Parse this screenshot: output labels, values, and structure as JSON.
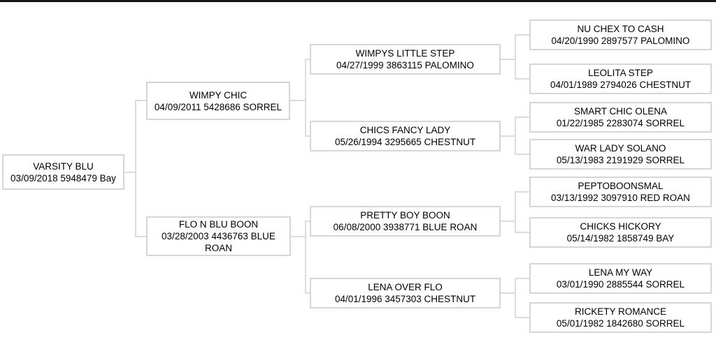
{
  "colors": {
    "background": "#ffffff",
    "box_border": "#d6d6d6",
    "connector_line": "#dcdcdc",
    "text": "#000000",
    "top_bar": "#151515"
  },
  "nodes": {
    "root": {
      "name": "VARSITY BLU",
      "details": "03/09/2018 5948479 Bay"
    },
    "sire": {
      "name": "WIMPY CHIC",
      "details": "04/09/2011 5428686 SORREL"
    },
    "dam": {
      "name": "FLO N BLU BOON",
      "details": "03/28/2003 4436763 BLUE ROAN"
    },
    "sire_sire": {
      "name": "WIMPYS LITTLE STEP",
      "details": "04/27/1999 3863115 PALOMINO"
    },
    "sire_dam": {
      "name": "CHICS FANCY LADY",
      "details": "05/26/1994 3295665 CHESTNUT"
    },
    "dam_sire": {
      "name": "PRETTY BOY BOON",
      "details": "06/08/2000 3938771 BLUE ROAN"
    },
    "dam_dam": {
      "name": "LENA OVER FLO",
      "details": "04/01/1996 3457303 CHESTNUT"
    },
    "sire_sire_sire": {
      "name": "NU CHEX TO CASH",
      "details": "04/20/1990 2897577 PALOMINO"
    },
    "sire_sire_dam": {
      "name": "LEOLITA STEP",
      "details": "04/01/1989 2794026 CHESTNUT"
    },
    "sire_dam_sire": {
      "name": "SMART CHIC OLENA",
      "details": "01/22/1985 2283074 SORREL"
    },
    "sire_dam_dam": {
      "name": "WAR LADY SOLANO",
      "details": "05/13/1983 2191929 SORREL"
    },
    "dam_sire_sire": {
      "name": "PEPTOBOONSMAL",
      "details": "03/13/1992 3097910 RED ROAN"
    },
    "dam_sire_dam": {
      "name": "CHICKS HICKORY",
      "details": "05/14/1982 1858749 BAY"
    },
    "dam_dam_sire": {
      "name": "LENA MY WAY",
      "details": "03/01/1990 2885544 SORREL"
    },
    "dam_dam_dam": {
      "name": "RICKETY ROMANCE",
      "details": "05/01/1982 1842680 SORREL"
    }
  }
}
